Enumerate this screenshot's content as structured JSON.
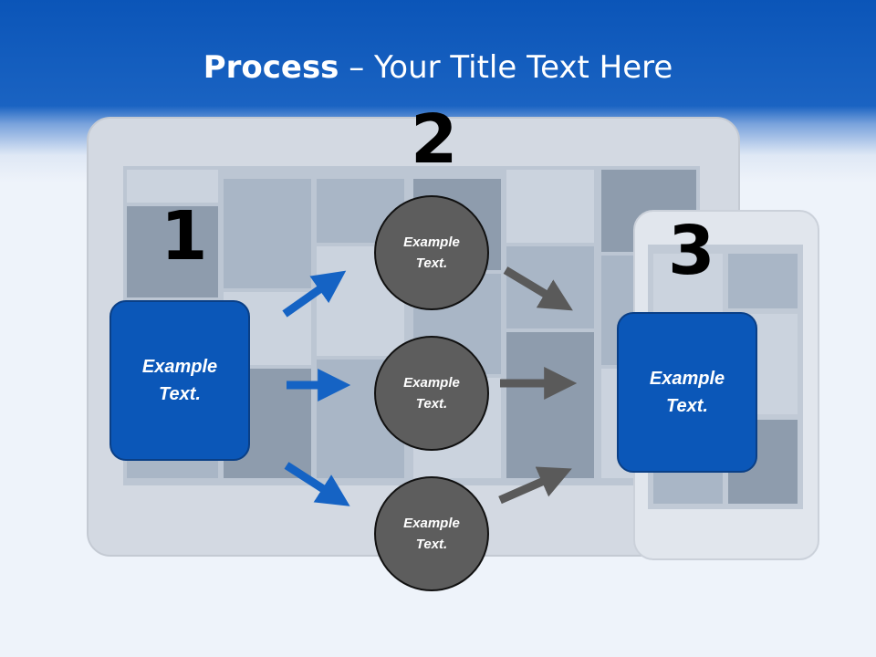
{
  "title": {
    "bold": "Process",
    "rest": " – Your Title Text Here"
  },
  "steps": {
    "one": "1",
    "two": "2",
    "three": "3"
  },
  "left_box": {
    "text": "Example Text."
  },
  "circles": [
    {
      "text": "Example Text."
    },
    {
      "text": "Example Text."
    },
    {
      "text": "Example Text."
    }
  ],
  "right_box": {
    "text": "Example Text."
  },
  "colors": {
    "accent": "#0b57b8",
    "circle_fill": "#5d5d5d",
    "arrow_blue": "#1563c4",
    "arrow_gray": "#5a5a5a"
  }
}
